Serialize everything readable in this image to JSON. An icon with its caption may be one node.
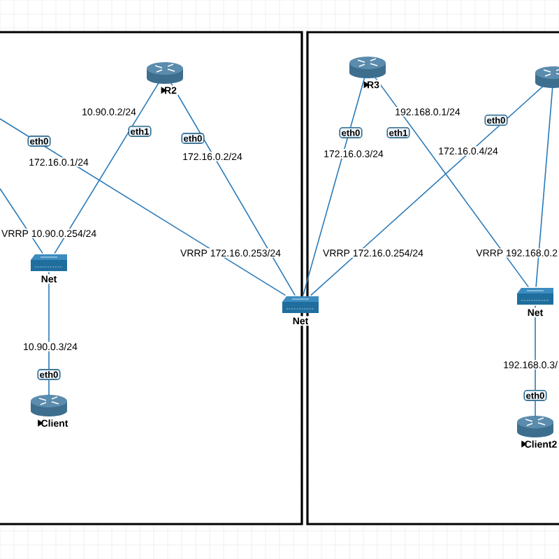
{
  "diagram": {
    "nodes": [
      {
        "text": [
          "R2"
        ]
      },
      {
        "text": [
          "Net"
        ]
      },
      {
        "text": [
          "Client"
        ]
      },
      {
        "text": [
          "Net"
        ]
      },
      {
        "text": [
          "R3"
        ]
      },
      {
        "text": [],
        "shape": "router"
      },
      {
        "text": [
          "Net"
        ]
      },
      {
        "text": [
          "Client2"
        ]
      }
    ],
    "edges": [
      {
        "from": null,
        "to": 1,
        "arrow": "none"
      },
      {
        "from": null,
        "to": 3,
        "arrow": "none"
      },
      {
        "from": 0,
        "to": 1,
        "arrow": "none"
      },
      {
        "from": 0,
        "to": 3,
        "arrow": "none"
      },
      {
        "from": 1,
        "to": 2,
        "arrow": "none"
      },
      {
        "from": 4,
        "to": 3,
        "arrow": "none"
      },
      {
        "from": 4,
        "to": 6,
        "arrow": "none"
      },
      {
        "from": 5,
        "to": 3,
        "arrow": "none"
      },
      {
        "from": 5,
        "to": 6,
        "arrow": "none"
      },
      {
        "from": 6,
        "to": 7,
        "arrow": "none"
      }
    ],
    "labels": [
      "10.90.0.2/24",
      "eth1",
      "eth0",
      "eth0",
      "172.16.0.1/24",
      "172.16.0.2/24",
      "192.168.0.1/24",
      "eth0",
      "eth1",
      "eth0",
      "172.16.0.3/24",
      "172.16.0.4/24",
      "VRRP 10.90.0.254/24",
      "VRRP 172.16.0.253/24",
      "VRRP 172.16.0.254/24",
      "VRRP 192.168.0.2",
      "10.90.0.3/24",
      "eth0",
      "192.168.0.3/",
      "eth0"
    ]
  }
}
